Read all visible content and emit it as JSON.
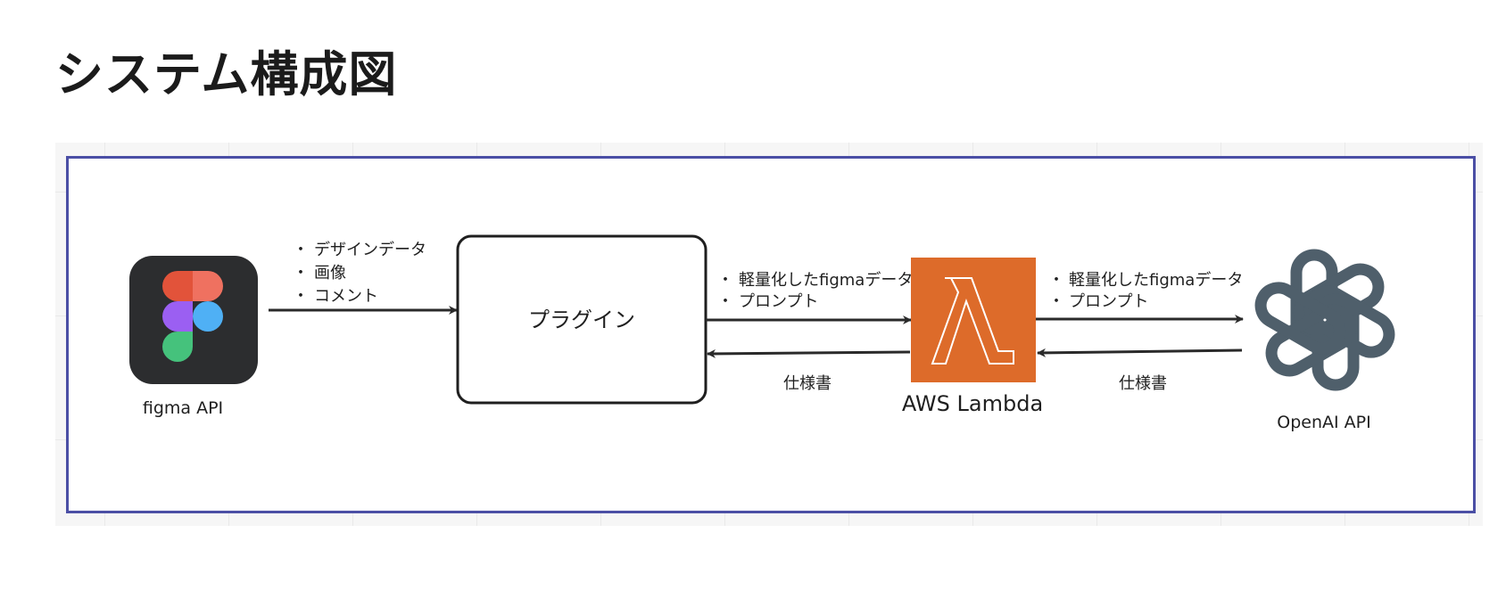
{
  "page": {
    "title": "システム構成図"
  },
  "diagram": {
    "nodes": {
      "figma": {
        "label": "figma API",
        "icon": "figma-logo-icon"
      },
      "plugin": {
        "label": "プラグイン"
      },
      "lambda": {
        "label": "AWS Lambda",
        "icon": "aws-lambda-icon"
      },
      "openai": {
        "label": "OpenAI API",
        "icon": "openai-logo-icon"
      }
    },
    "edges": {
      "figma_to_plugin": {
        "items": [
          "デザインデータ",
          "画像",
          "コメント"
        ]
      },
      "plugin_to_lambda": {
        "items": [
          "軽量化したfigmaデータ",
          "プロンプト"
        ]
      },
      "lambda_to_plugin": {
        "label": "仕様書"
      },
      "lambda_to_openai": {
        "items": [
          "軽量化したfigmaデータ",
          "プロンプト"
        ]
      },
      "openai_to_lambda": {
        "label": "仕様書"
      }
    },
    "bullet": "・"
  },
  "colors": {
    "frame_border": "#4b4fa5",
    "lambda_orange": "#dd6b2a",
    "openai_slate": "#4f5f6b",
    "figma_bg": "#2c2d2f",
    "figma_red": "#e2533a",
    "figma_coral": "#ef7160",
    "figma_purple": "#9b5ff2",
    "figma_blue": "#4fb0f5",
    "figma_green": "#45c27c"
  }
}
